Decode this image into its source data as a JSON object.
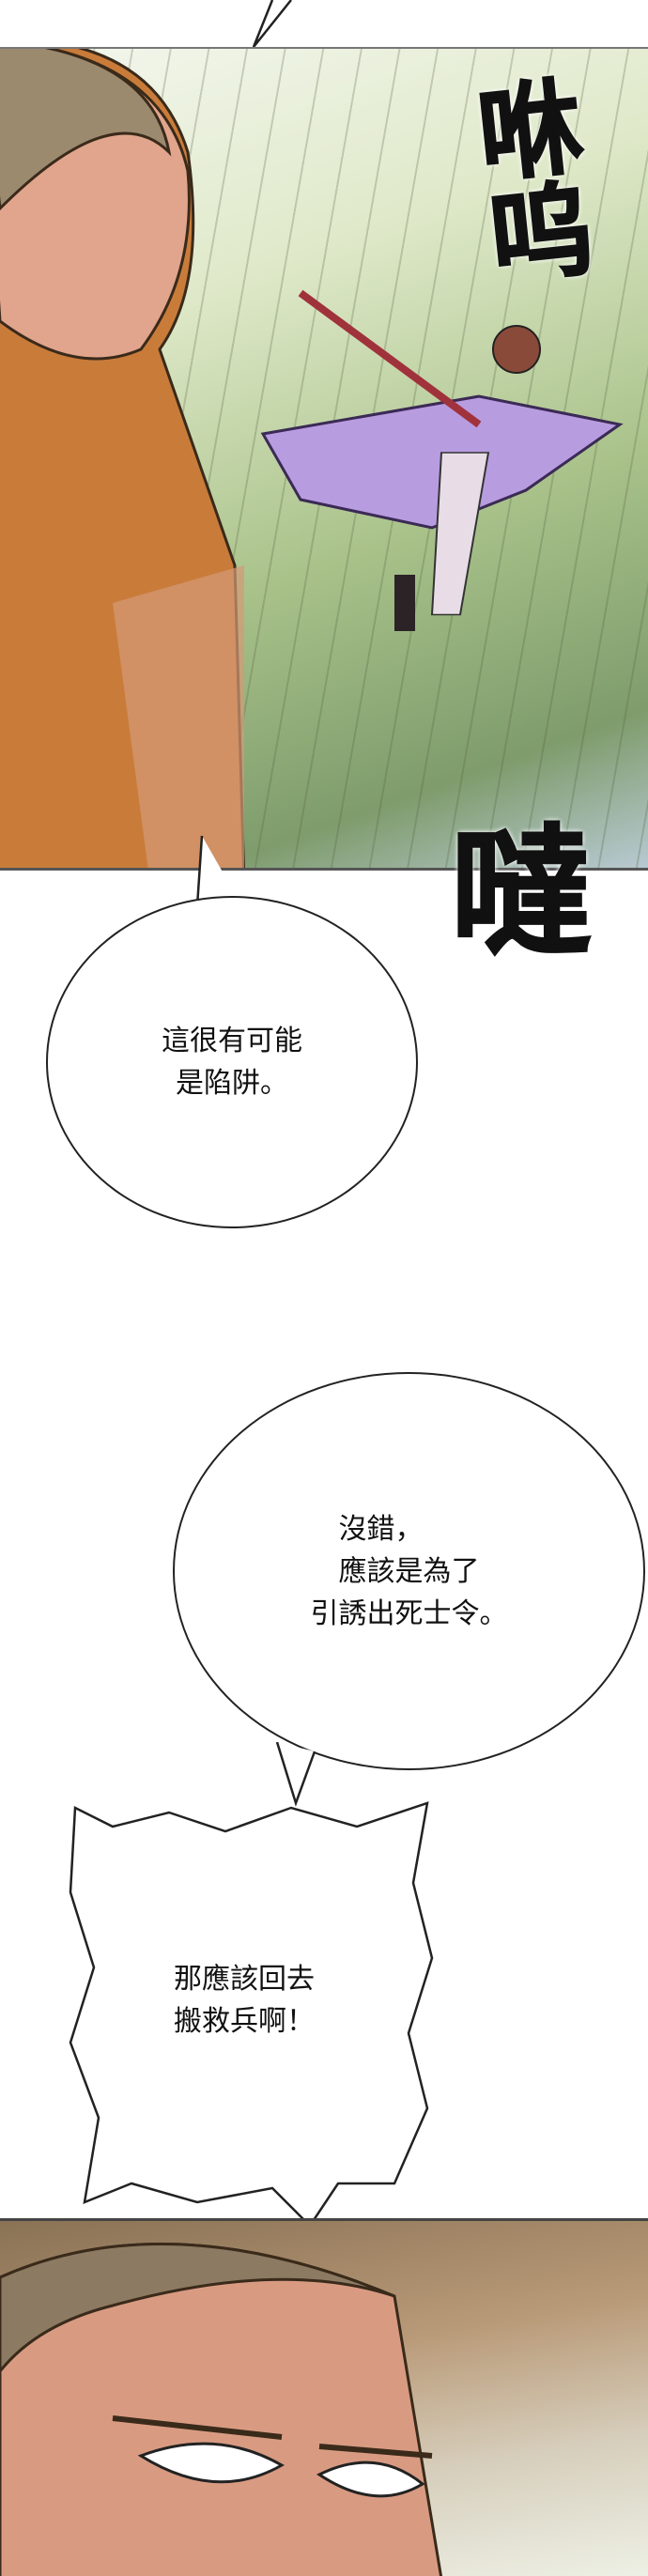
{
  "sfx": {
    "whoosh": "咻呜",
    "dash": "噠"
  },
  "bubbles": [
    {
      "lines": [
        "這很有可能",
        "是陷阱。"
      ]
    },
    {
      "lines": [
        "沒錯，",
        "應該是為了",
        "引誘出死士令。"
      ]
    },
    {
      "lines": [
        "那應該回去",
        "搬救兵啊！"
      ]
    }
  ]
}
